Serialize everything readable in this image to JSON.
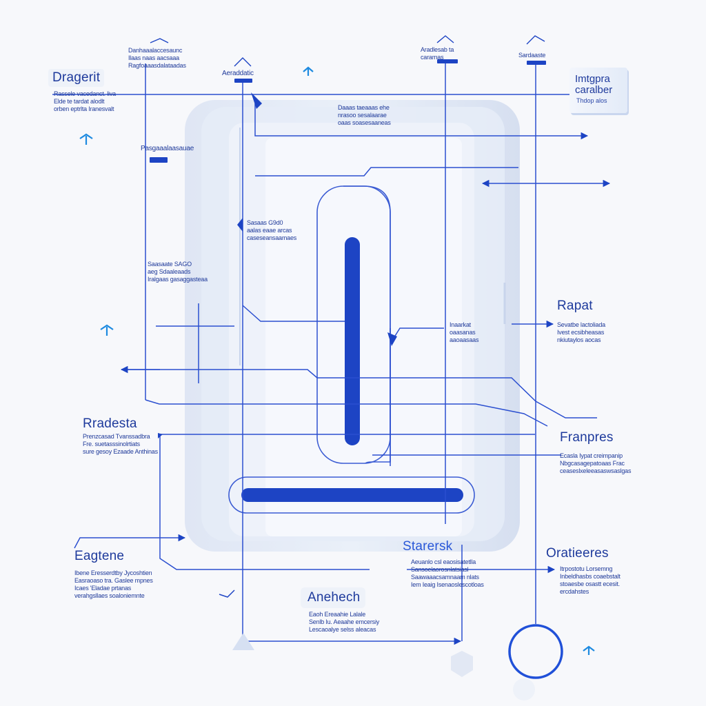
{
  "labels": {
    "dragerit": {
      "title": "Dragerit",
      "lines": [
        "Rassele vacedanct. liva",
        "Elde te tardat alodlt",
        "orben eptrlta Iranesvalt"
      ]
    },
    "radesta": {
      "title": "Rradesta",
      "lines": [
        "Prenzcasad Tvanssadbra",
        "Fre. suetasssinolrtiats",
        "sure gesoy Ezaade Anthinas"
      ]
    },
    "eagtene": {
      "title": "Eagtene",
      "lines": [
        "Ibene Eresserdtby Jycoshtien",
        "Easraoaso tra. Gaslee mpnes",
        "Icaes 'Eladae prtanas",
        "verahgsllaes soaloniemnte"
      ]
    },
    "rapat": {
      "title": "Rapat",
      "lines": [
        "Sevatbe lactoliada",
        "Ivest ecsibheasas",
        "nkiutaylos aocas"
      ]
    },
    "franpres": {
      "title": "Franpres",
      "lines": [
        "Ecasla Iypat creimpanip",
        "Nbgcasagepatoaas Frac",
        "ceaseslxeleeasaswsaslgas"
      ]
    },
    "oratieeres": {
      "title": "Oratieeres",
      "lines": [
        "Itrpostotu Lorsemng",
        "Inbeldhasbs coaebstalt",
        "stoaesbe osastt ecesit.",
        "ercdahstes"
      ]
    },
    "anehech": {
      "title": "Anehech",
      "lines": [
        "Eaoh Ereaahie Lalale",
        "Senlb Iu. Aeaahe emcersiy",
        "Lescaoalye selss aleacas"
      ]
    },
    "starersk": {
      "title": "Starersk",
      "lines": [
        "Aeuanlo csl eaosisatetlla",
        "Sansoelaorosnlatsiasl",
        "Saawaaacsamnaam nlats",
        "Iem Ieaig Isenaoslescotloas"
      ]
    },
    "top1": {
      "lines": [
        "Danhaaalaccesaunc",
        "Ilaas naas aacsaaa",
        "Ragfoaaasdalataadas"
      ]
    },
    "arabiatic": {
      "lines": [
        "Aeraddatic"
      ]
    },
    "aradstale": {
      "lines": [
        "Aradlesab ta",
        "cararnas"
      ]
    },
    "sarabaete": {
      "lines": [
        "Sardaaste"
      ]
    },
    "midtop": {
      "lines": [
        "Daaas taeaaas ehe",
        "nrasoo sesalaarae",
        "oaas soasesaaneas"
      ]
    },
    "paslabel": {
      "lines": [
        "Pasgaaalaasauae"
      ]
    },
    "mid1": {
      "lines": [
        "Sasaas G9d0",
        "aalas eaae arcas",
        "caseseansaamaes"
      ]
    },
    "mid2": {
      "lines": [
        "Saasaate SAGO",
        "aeg Sdaaleaads",
        "Iralgaas gasaggasteaa"
      ]
    },
    "mid3": {
      "lines": [
        "Inaarkat",
        "oaasanas",
        "aaoaasaas"
      ]
    },
    "badge": {
      "title": [
        "Imtgpra",
        "caralber"
      ],
      "sub": "Thdop alos"
    }
  },
  "colors": {
    "accent": "#1d44c4",
    "line": "#2b4fd0",
    "panel_outer": "#e3e9f5",
    "panel_inner": "#eef2fa",
    "screen": "#f6f8fd",
    "text": "#1e3a9c"
  },
  "icons": [
    "arrow-up-icon",
    "arrow-right-icon",
    "arrow-left-icon",
    "double-arrow-icon",
    "circle-port-icon",
    "hexagon-node-icon",
    "triangle-marker-icon",
    "check-mark-icon"
  ]
}
